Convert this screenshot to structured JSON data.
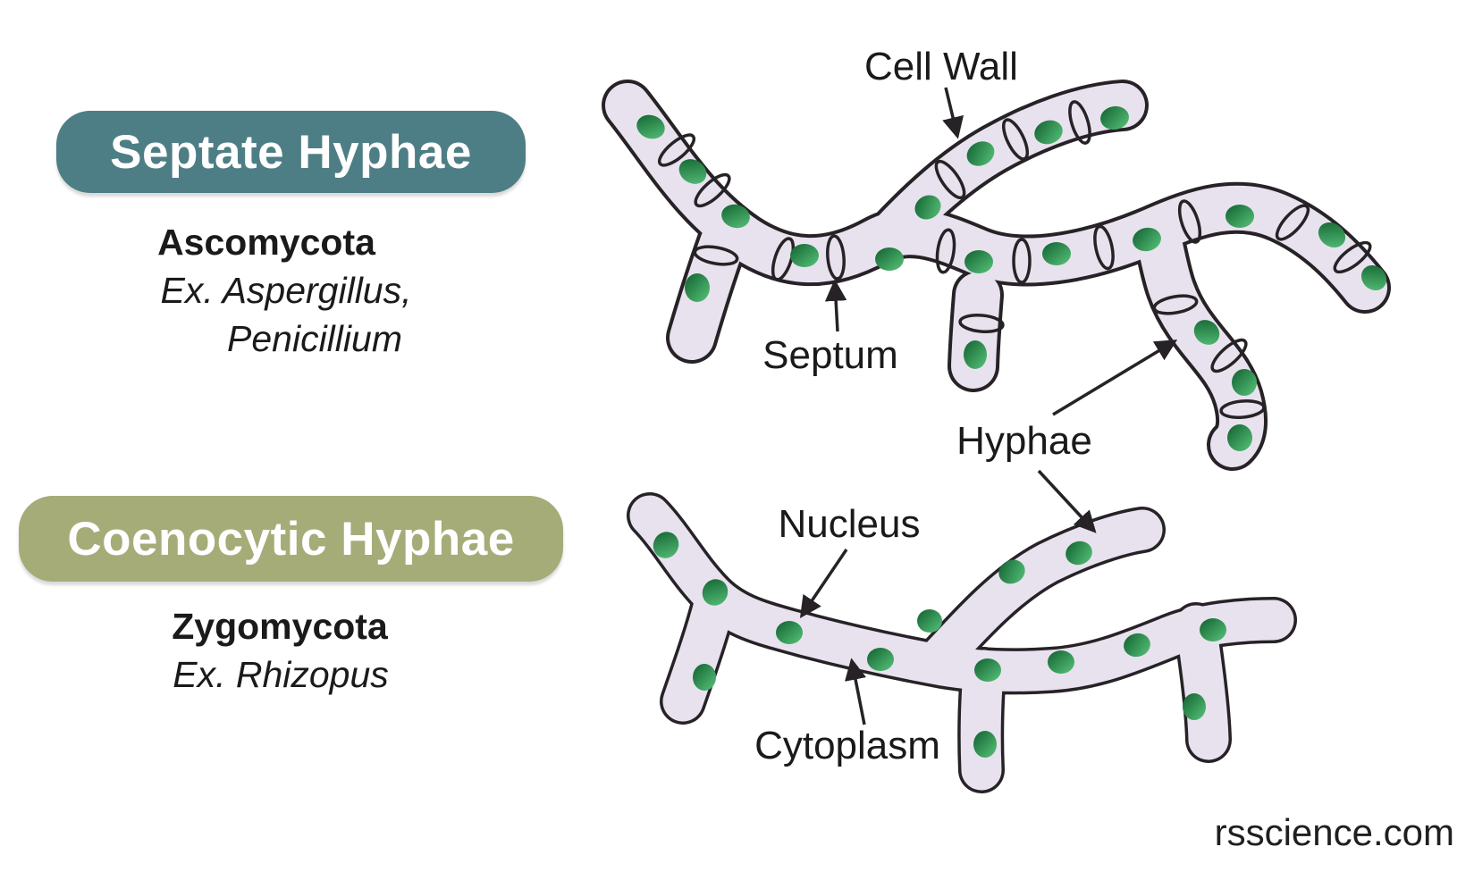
{
  "septate_section": {
    "badge": "Septate Hyphae",
    "phylum": "Ascomycota",
    "examples": [
      "Ex. Aspergillus,",
      "Penicillium"
    ]
  },
  "coenocytic_section": {
    "badge": "Coenocytic Hyphae",
    "phylum": "Zygomycota",
    "examples": [
      "Ex. Rhizopus"
    ]
  },
  "annotations": {
    "cell_wall": "Cell Wall",
    "septum": "Septum",
    "hyphae": "Hyphae",
    "nucleus": "Nucleus",
    "cytoplasm": "Cytoplasm"
  },
  "credit": "rsscience.com",
  "colors": {
    "background": "#FFFFFF",
    "septate_badge": "#4E7E85",
    "coenocytic_badge": "#A5AC78",
    "badge_text": "#FFFFFF",
    "hypha_fill": "#E8E2EE",
    "hypha_outline": "#262226",
    "nucleus_dark": "#11602F",
    "nucleus_light": "#58C47B",
    "label_text": "#1A1A1A"
  }
}
